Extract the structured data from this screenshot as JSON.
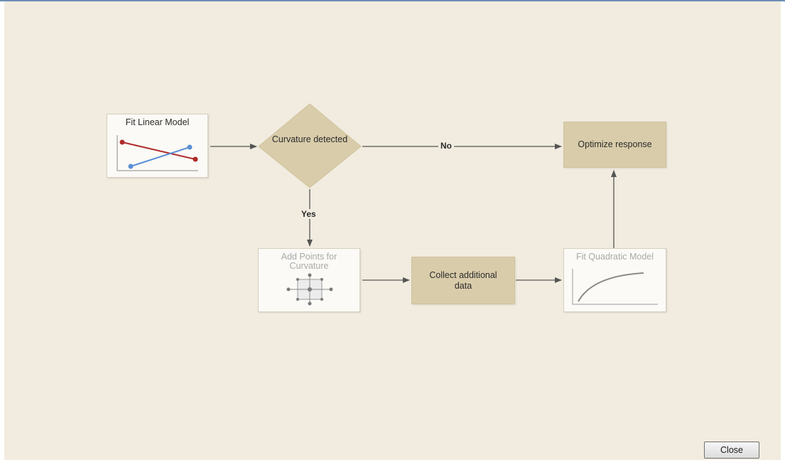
{
  "flowchart": {
    "fit_linear_model": "Fit Linear Model",
    "curvature_decision": "Curvature detected",
    "optimize_response": "Optimize response",
    "add_points": "Add Points for Curvature",
    "collect_data": "Collect additional data",
    "fit_quadratic_model": "Fit Quadratic Model",
    "edge_no": "No",
    "edge_yes": "Yes"
  },
  "footer": {
    "close_label": "Close"
  },
  "colors": {
    "background": "#f1ecdf",
    "process_fill": "#d9ccaa",
    "arrow": "#555555",
    "linear_red": "#b02a2a",
    "linear_blue": "#5b8fd6"
  }
}
